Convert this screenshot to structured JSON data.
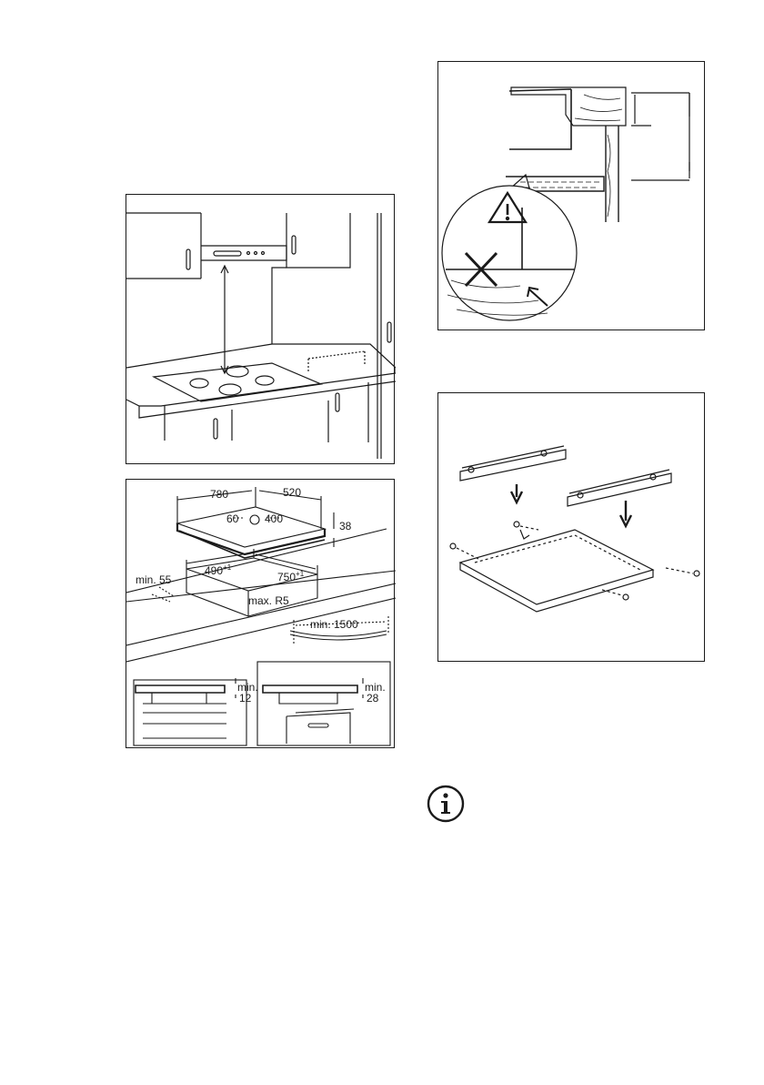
{
  "figures": {
    "kitchen": {
      "icon": "hood-and-hob-installation"
    },
    "dimensions": {
      "width": "780",
      "depth": "520",
      "conn_left": "60",
      "conn_right": "400",
      "thickness": "38",
      "cut_width": "490",
      "cut_width_tol": "+1",
      "cut_length": "750",
      "cut_length_tol": "+1",
      "min_edge": "min. 55",
      "max_radius": "max. R5",
      "min_cable": "min. 1500",
      "min_gap_a_label": "min.",
      "min_gap_a_value": "12",
      "min_gap_b_label": "min.",
      "min_gap_b_value": "28"
    },
    "seal_warning": {
      "icon": "warning-triangle-icon",
      "mark": "cross-mark"
    },
    "brackets": {
      "icon": "bracket-assembly"
    }
  },
  "info_icon": "info-icon"
}
